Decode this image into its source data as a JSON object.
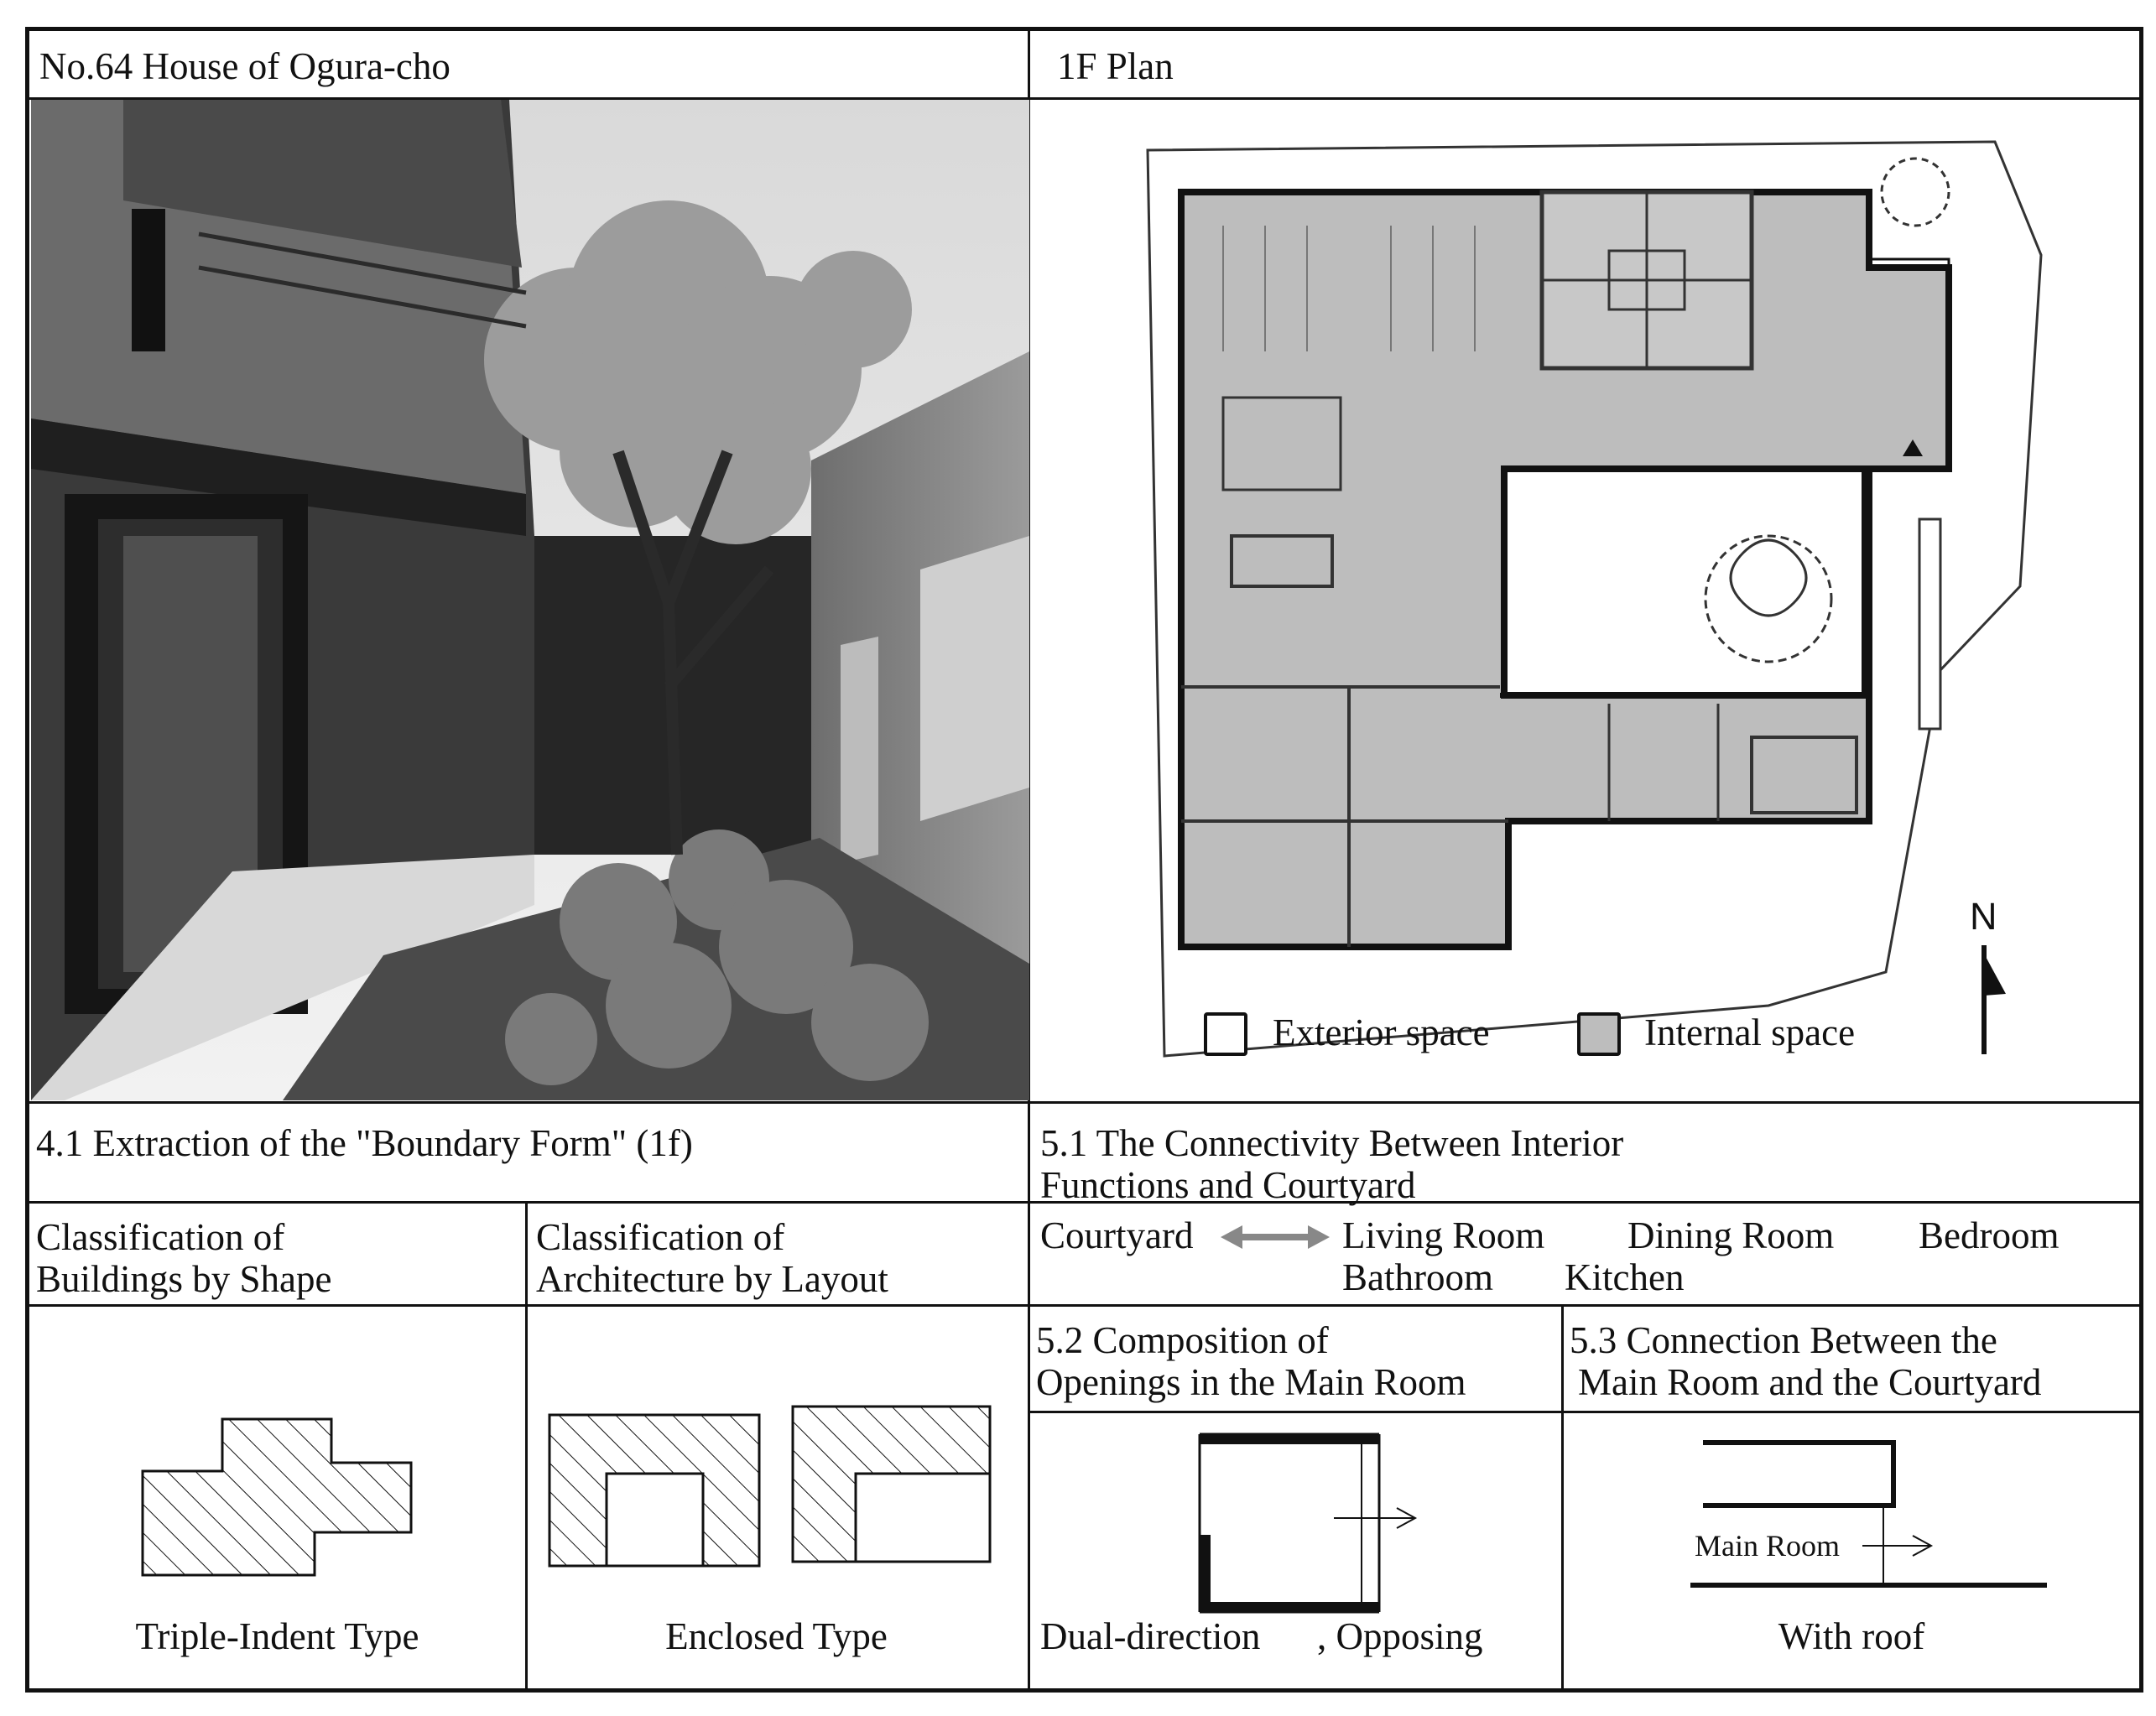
{
  "header": {
    "left_title": "No.64 House of Ogura-cho",
    "right_title": "1F Plan"
  },
  "plan": {
    "north_label": "N",
    "legend": [
      {
        "label": "Exterior space",
        "fill": "#ffffff"
      },
      {
        "label": "Internal space",
        "fill": "#bdbdbd"
      }
    ]
  },
  "section4": {
    "title": "4.1 Extraction of the \"Boundary Form\" (1f)",
    "col1_heading_line1": "Classification of",
    "col1_heading_line2": "Buildings by Shape",
    "col2_heading_line1": "Classification of",
    "col2_heading_line2": "Architecture by Layout",
    "col1_caption": "Triple-Indent Type",
    "col2_caption": "Enclosed Type"
  },
  "section5": {
    "title_line1": "5.1 The Connectivity Between Interior",
    "title_line2": "Functions and Courtyard",
    "connect_from": "Courtyard",
    "functions_row1": [
      "Living Room",
      "Dining Room",
      "Bedroom"
    ],
    "functions_row2": [
      "Bathroom",
      "Kitchen"
    ],
    "s52_line1": "5.2 Composition of",
    "s52_line2": "Openings in the Main Room",
    "s53_line1": "5.3 Connection Between the",
    "s53_line2": "Main Room and the Courtyard",
    "s52_caption_a": "Dual-direction",
    "s52_caption_b": ", Opposing",
    "s53_inner_label": "Main Room",
    "s53_caption": "With roof"
  },
  "colors": {
    "line": "#111111",
    "internal": "#bdbdbd",
    "arrow": "#888888"
  }
}
